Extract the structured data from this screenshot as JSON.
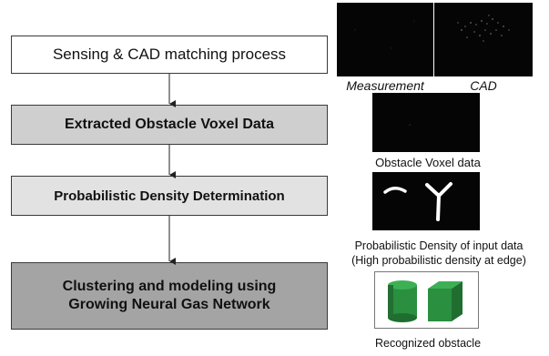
{
  "steps": {
    "sensing": "Sensing & CAD matching process",
    "extracted": "Extracted Obstacle Voxel Data",
    "density": "Probabilistic Density Determination",
    "clustering_line1": "Clustering and modeling using",
    "clustering_line2": "Growing Neural Gas Network"
  },
  "captions": {
    "measurement": "Measurement",
    "cad": "CAD",
    "voxel": "Obstacle Voxel data",
    "density_line1": "Probabilistic Density of input data",
    "density_line2": "(High probabilistic density at edge)",
    "recognized": "Recognized obstacle"
  },
  "colors": {
    "step_border": "#3a3a3a",
    "extracted_fill": "#cfcfcf",
    "density_fill": "#e2e2e2",
    "clustering_fill": "#a4a4a4",
    "image_background": "#050505",
    "obstacle_green": "#2f9a45"
  }
}
